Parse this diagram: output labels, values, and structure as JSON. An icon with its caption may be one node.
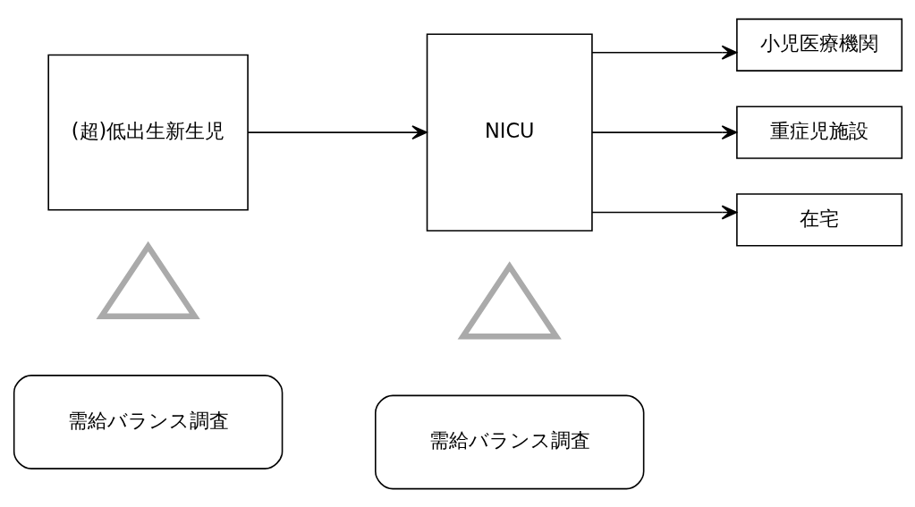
{
  "diagram": {
    "nodes": [
      {
        "text": [
          "(超)低出生新生児"
        ]
      },
      {
        "text": [
          "NICU"
        ]
      },
      {
        "text": [
          "小児医療機関"
        ]
      },
      {
        "text": [
          "重症児施設"
        ]
      },
      {
        "text": [
          "在宅"
        ]
      },
      {
        "text": [],
        "shape": "triangle"
      },
      {
        "text": [],
        "shape": "triangle"
      },
      {
        "text": [
          "需給バランス調査"
        ]
      },
      {
        "text": [
          "需給バランス調査"
        ]
      }
    ],
    "edges": [
      {
        "from": 0,
        "to": 1,
        "arrow": "to"
      },
      {
        "from": 1,
        "to": 2,
        "arrow": "to"
      },
      {
        "from": 1,
        "to": 3,
        "arrow": "to"
      },
      {
        "from": 1,
        "to": 4,
        "arrow": "to"
      }
    ]
  }
}
